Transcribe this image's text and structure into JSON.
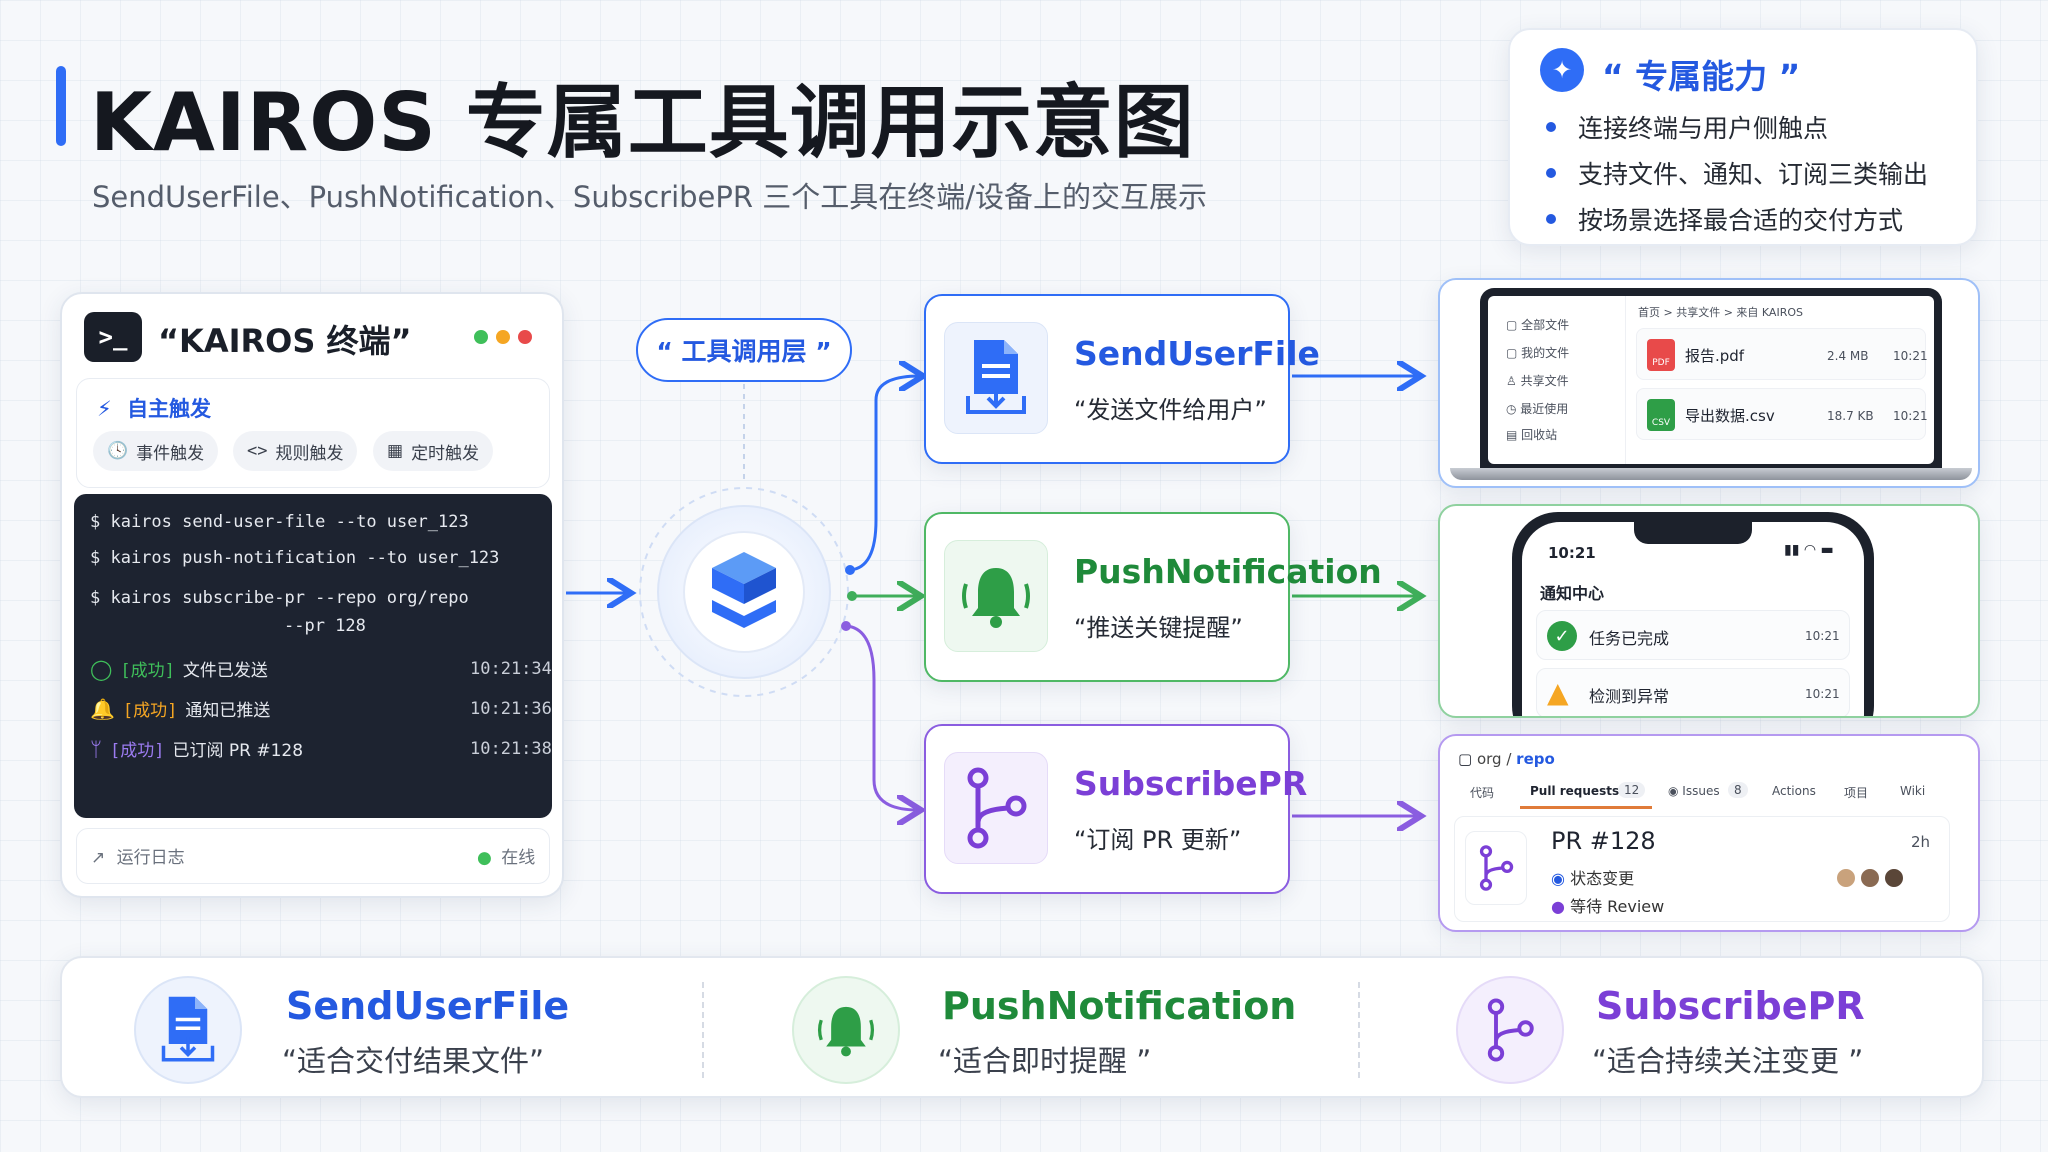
{
  "header": {
    "title": "KAIROS 专属工具调用示意图",
    "subtitle": "SendUserFile、PushNotification、SubscribePR  三个工具在终端/设备上的交互展示"
  },
  "abilities": {
    "title": "“ 专属能力 ”",
    "items": [
      "连接终端与用户侧触点",
      "支持文件、通知、订阅三类输出",
      "按场景选择最合适的交付方式"
    ]
  },
  "terminal": {
    "logo": ">_",
    "title": "“KAIROS 终端”",
    "trigger_title": "自主触发",
    "chips": [
      "事件触发",
      "规则触发",
      "定时触发"
    ],
    "commands": [
      "$ kairos send-user-file --to user_123",
      "$ kairos push-notification --to user_123",
      "$ kairos subscribe-pr --repo org/repo",
      "--pr 128"
    ],
    "results": [
      {
        "tag": "[成功]",
        "msg": "文件已发送",
        "time": "10:21:34"
      },
      {
        "tag": "[成功]",
        "msg": "通知已推送",
        "time": "10:21:36"
      },
      {
        "tag": "[成功]",
        "msg": "已订阅 PR #128",
        "time": "10:21:38"
      }
    ],
    "footer_left": "运行日志",
    "footer_right": "在线"
  },
  "tool_layer": "“ 工具调用层 ”",
  "tools": [
    {
      "name": "SendUserFile",
      "desc": "“发送文件给用户”",
      "color": "#2459e0"
    },
    {
      "name": "PushNotification",
      "desc": "“推送关键提醒”",
      "color": "#1f8a3a"
    },
    {
      "name": "SubscribePR",
      "desc": "“订阅 PR 更新”",
      "color": "#7b3fd6"
    }
  ],
  "laptop": {
    "sidebar": [
      "全部文件",
      "我的文件",
      "共享文件",
      "最近使用",
      "回收站"
    ],
    "breadcrumb": "首页  >  共享文件  >  来自 KAIROS",
    "files": [
      {
        "icon": "PDF",
        "name": "报告.pdf",
        "size": "2.4 MB",
        "time": "10:21"
      },
      {
        "icon": "CSV",
        "name": "导出数据.csv",
        "size": "18.7 KB",
        "time": "10:21"
      }
    ]
  },
  "phone": {
    "time": "10:21",
    "center": "通知中心",
    "notifications": [
      {
        "text": "任务已完成",
        "time": "10:21"
      },
      {
        "text": "检测到异常",
        "time": "10:21"
      }
    ]
  },
  "repo": {
    "org": "org / ",
    "name": "repo",
    "tabs": [
      "代码",
      "Pull requests",
      "12",
      "Issues",
      "8",
      "Actions",
      "项目",
      "Wiki"
    ],
    "pr_title": "PR #128",
    "pr_age": "2h",
    "status1": "状态变更",
    "status2": "等待 Review"
  },
  "bottom": [
    {
      "name": "SendUserFile",
      "desc": "“适合交付结果文件”"
    },
    {
      "name": "PushNotification",
      "desc": "“适合即时提醒 ”"
    },
    {
      "name": "SubscribePR",
      "desc": "“适合持续关注变更 ”"
    }
  ],
  "colors": {
    "blue": "#2459e0",
    "green": "#1f8a3a",
    "purple": "#7b3fd6"
  }
}
